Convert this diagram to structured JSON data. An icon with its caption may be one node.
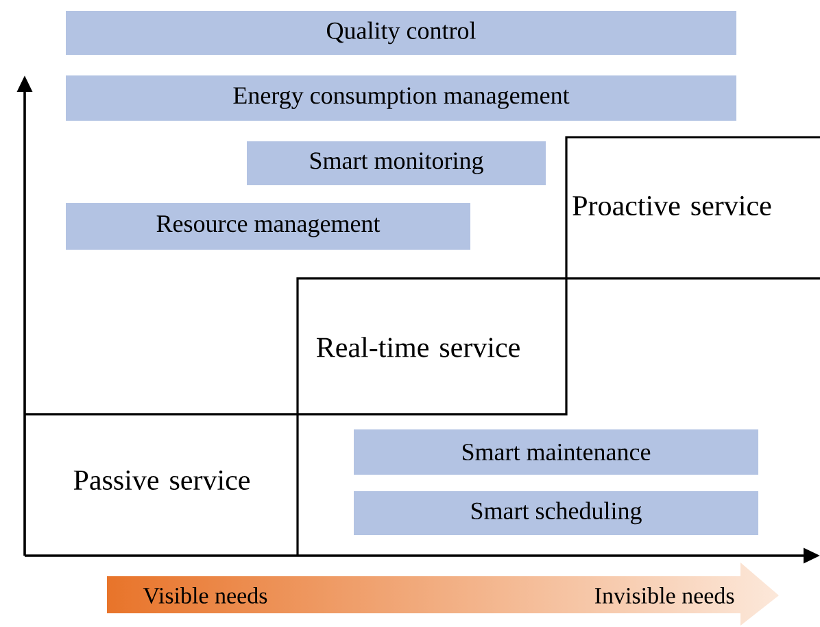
{
  "diagram": {
    "nodes": [
      {
        "text": [
          "Quality control"
        ]
      },
      {
        "text": [
          "Energy consumption management"
        ]
      },
      {
        "text": [
          "Smart monitoring"
        ]
      },
      {
        "text": [
          "Resource management"
        ]
      },
      {
        "text": [
          "Proactive service"
        ]
      },
      {
        "text": [
          "Real-time service"
        ]
      },
      {
        "text": [
          "Passive service"
        ]
      },
      {
        "text": [
          "Smart maintenance"
        ]
      },
      {
        "text": [
          "Smart scheduling"
        ]
      }
    ],
    "labels": [
      "Visible needs",
      "Invisible needs"
    ]
  }
}
